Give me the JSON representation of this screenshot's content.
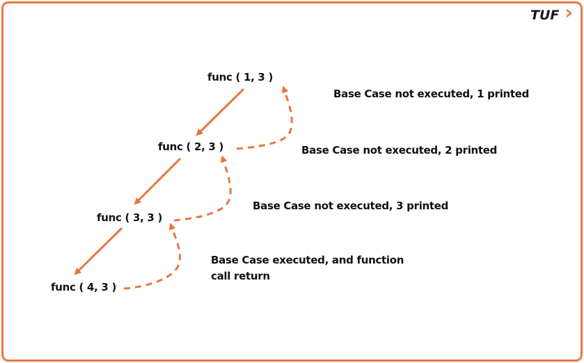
{
  "logo": {
    "text": "TUF",
    "accent_icon": "chevron-right-icon"
  },
  "colors": {
    "accent": "#e8763f",
    "text": "#111111",
    "background": "#ffffff"
  },
  "calls": [
    {
      "label": "func ( 1, 3 )"
    },
    {
      "label": "func ( 2, 3 )"
    },
    {
      "label": "func ( 3, 3 )"
    },
    {
      "label": "func ( 4, 3 )"
    }
  ],
  "notes": [
    {
      "text": "Base Case not executed, 1 printed"
    },
    {
      "text": "Base Case not executed, 2 printed"
    },
    {
      "text": "Base Case not executed, 3 printed"
    },
    {
      "line1": "Base Case executed, and function",
      "line2": "call return"
    }
  ]
}
